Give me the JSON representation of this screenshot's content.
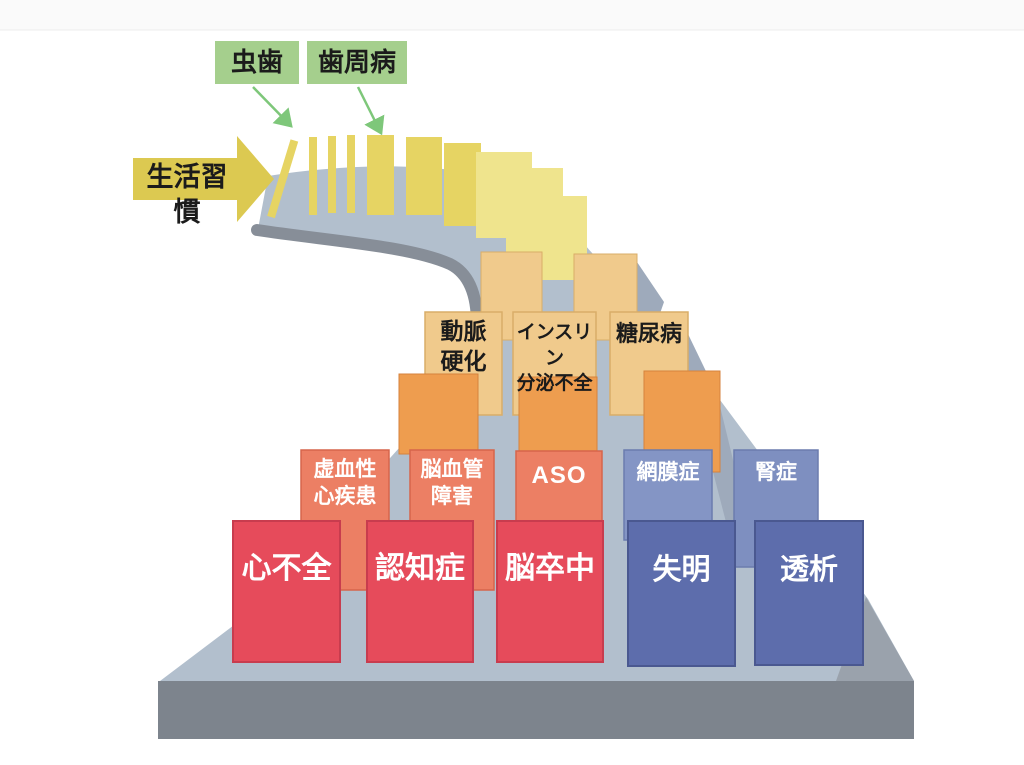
{
  "diagram": {
    "top_tags": {
      "cavity": "虫歯",
      "periodontal": "歯周病"
    },
    "trigger_arrow": {
      "label": "生活習慣"
    },
    "mid_row": {
      "arteriosclerosis_line1": "動脈",
      "arteriosclerosis_line2": "硬化",
      "insulin_line1": "インスリン",
      "insulin_line2": "分泌不全",
      "diabetes": "糖尿病"
    },
    "complication_row": {
      "ischemic_line1": "虚血性",
      "ischemic_line2": "心疾患",
      "cerebrovascular_line1": "脳血管",
      "cerebrovascular_line2": "障害",
      "aso": "ASO",
      "retinopathy": "網膜症",
      "nephropathy": "腎症"
    },
    "outcome_row": {
      "heart_failure": "心不全",
      "dementia": "認知症",
      "stroke": "脳卒中",
      "blindness": "失明",
      "dialysis": "透析"
    },
    "colors": {
      "tag_green": "#a5cf8d",
      "arrow_green": "#7ec77a",
      "arrow_yellow": "#dcc951",
      "domino_yellow": "#e6d463",
      "domino_yellow_pale": "#efe48d",
      "domino_tan": "#f0ca8c",
      "domino_orange": "#ee9d4f",
      "domino_salmon": "#ec7f64",
      "domino_blue_light": "#8495c5",
      "domino_blue_mid": "#7e8fc0",
      "domino_blue_dark": "#5d6dac",
      "domino_red": "#e64b5b",
      "track_gray": "#b2bfcd",
      "track_edge_gray": "#878e98",
      "platform_front_gray": "#7d848d",
      "platform_side_gray": "#9aa2ac",
      "shadow_gray": "#9eaabb",
      "top_strip": "#fafafa"
    }
  }
}
